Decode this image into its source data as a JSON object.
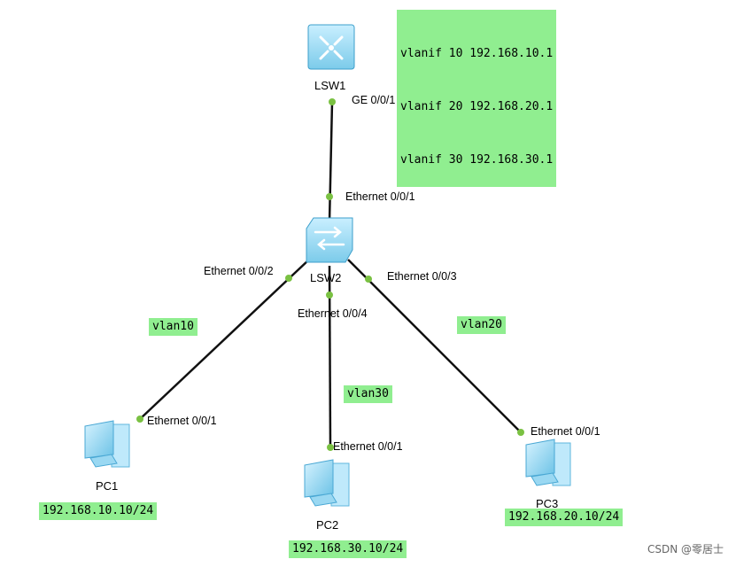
{
  "devices": {
    "lsw1": "LSW1",
    "lsw2": "LSW2",
    "pc1": "PC1",
    "pc2": "PC2",
    "pc3": "PC3"
  },
  "ports": {
    "lsw1_uplink": "GE 0/0/1",
    "lsw2_uplink": "Ethernet 0/0/1",
    "lsw2_pc1": "Ethernet 0/0/2",
    "lsw2_pc2": "Ethernet 0/0/4",
    "lsw2_pc3": "Ethernet 0/0/3",
    "pc1_port": "Ethernet 0/0/1",
    "pc2_port": "Ethernet 0/0/1",
    "pc3_port": "Ethernet 0/0/1"
  },
  "notes": {
    "vlanif_lines": [
      "vlanif 10 192.168.10.1",
      "vlanif 20 192.168.20.1",
      "vlanif 30 192.168.30.1"
    ],
    "vlan10": "vlan10",
    "vlan20": "vlan20",
    "vlan30": "vlan30",
    "pc1_ip": "192.168.10.10/24",
    "pc2_ip": "192.168.30.10/24",
    "pc3_ip": "192.168.20.10/24"
  },
  "watermark": "CSDN @零居士",
  "colors": {
    "switch_body": "#8fd6f0",
    "link": "#111111",
    "port_dot": "#7ac142",
    "note_bg": "#90ee90"
  }
}
